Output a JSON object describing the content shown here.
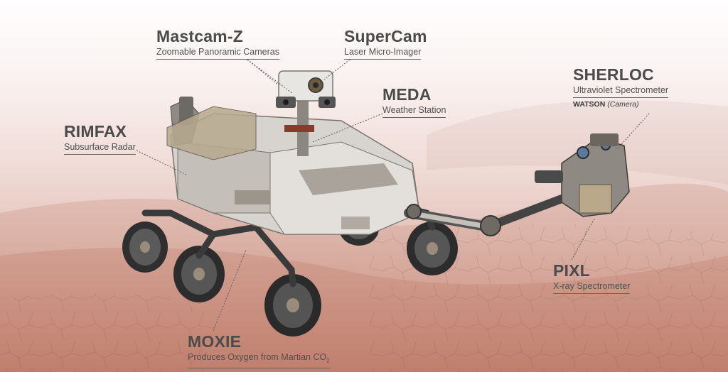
{
  "callouts": {
    "mastcam": {
      "name": "Mastcam-Z",
      "desc": "Zoomable Panoramic Cameras"
    },
    "supercam": {
      "name": "SuperCam",
      "desc": "Laser Micro-Imager"
    },
    "meda": {
      "name": "MEDA",
      "desc": "Weather Station"
    },
    "sherloc": {
      "name": "SHERLOC",
      "desc": "Ultraviolet Spectrometer",
      "extra_bold": "WATSON",
      "extra_italic": "(Camera)"
    },
    "rimfax": {
      "name": "RIMFAX",
      "desc": "Subsurface Radar"
    },
    "pixl": {
      "name": "PIXL",
      "desc": "X-ray Spectrometer"
    },
    "moxie": {
      "name": "MOXIE",
      "desc_main": "Produces Oxygen from Martian CO",
      "desc_sub": "2"
    }
  },
  "colors": {
    "sky_top": "#fbf8f7",
    "ground": "#c88a79",
    "rover_body": "#d9d6d2",
    "rover_dark": "#3a3a3a",
    "leader_line": "#6a6a6a"
  }
}
